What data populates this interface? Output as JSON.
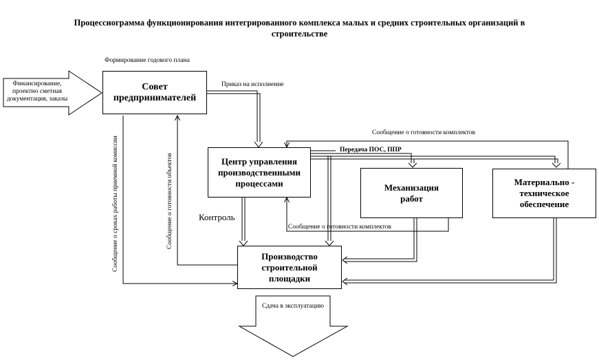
{
  "title_line1": "Процессиограмма функционирования интегрированного комплекса малых и средних строительных организаций в",
  "title_line2": "строительстве",
  "nodes": {
    "sovet": "Совет предпринимателей",
    "center": "Центр управления производственными процессами",
    "mech": "Механизация работ",
    "mto": "Материально - техническое обеспечение",
    "prod": "Производство строительной площадки"
  },
  "input_arrow": "Финансирование, проектно сметная документация, заказы",
  "output_arrow": "Сдача в эксплуатацию",
  "labels": {
    "plan": "Формирование годового плана",
    "order": "Приказ на исполнение",
    "ready_top": "Сообщение о готовности комплектов",
    "pos": "Передача ПОС, ППР",
    "control": "Контроль",
    "ready_bottom": "Сообщение  о  готовности комплектов",
    "vert_commission": "Сообщение  о  сроках работы приемной комиссии",
    "vert_objects": "Сообщение  о  готовности объектов"
  }
}
